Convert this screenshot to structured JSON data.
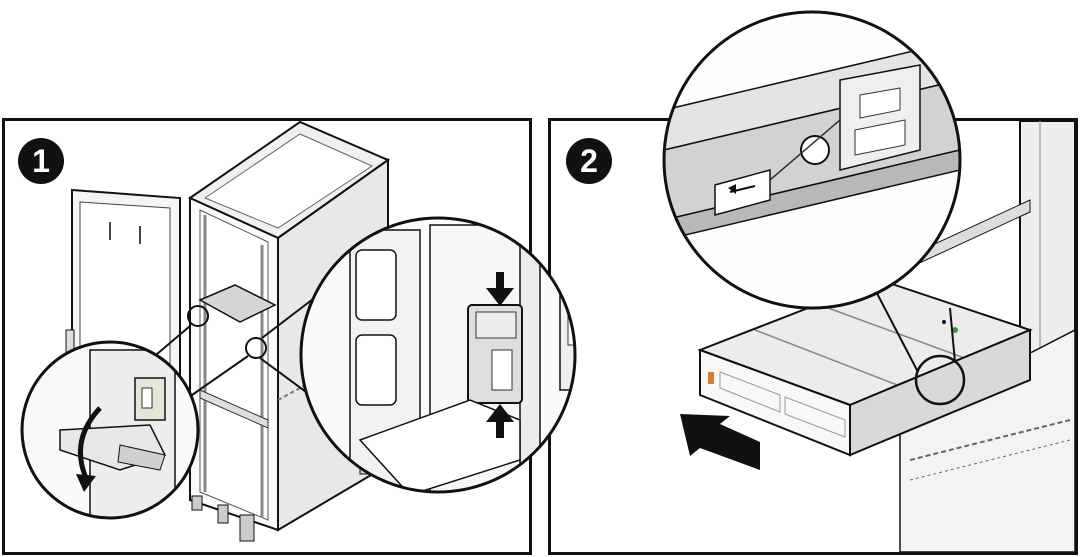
{
  "steps": [
    {
      "number": "1"
    },
    {
      "number": "2"
    }
  ],
  "colors": {
    "outline": "#111111",
    "metal_light": "#f2f2f2",
    "metal_mid": "#d9d9d9",
    "metal_dark": "#a8a8a8",
    "arrow": "#111111",
    "indicator_green": "#3a9a3a",
    "indicator_orange": "#e07a2a"
  },
  "icons": [
    "step-1-badge",
    "step-2-badge",
    "push-arrow-icon",
    "rotate-arrow-icon",
    "pull-arrow-icon"
  ]
}
